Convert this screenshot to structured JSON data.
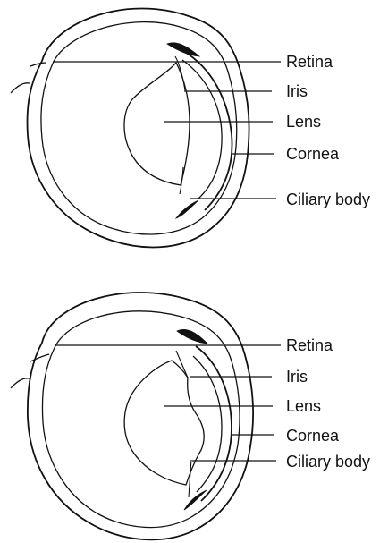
{
  "figure": {
    "panels": [
      {
        "labels": {
          "retina": "Retina",
          "iris": "Iris",
          "lens": "Lens",
          "cornea": "Cornea",
          "ciliary_body": "Ciliary body"
        }
      },
      {
        "labels": {
          "retina": "Retina",
          "iris": "Iris",
          "lens": "Lens",
          "cornea": "Cornea",
          "ciliary_body": "Ciliary body"
        }
      }
    ]
  }
}
